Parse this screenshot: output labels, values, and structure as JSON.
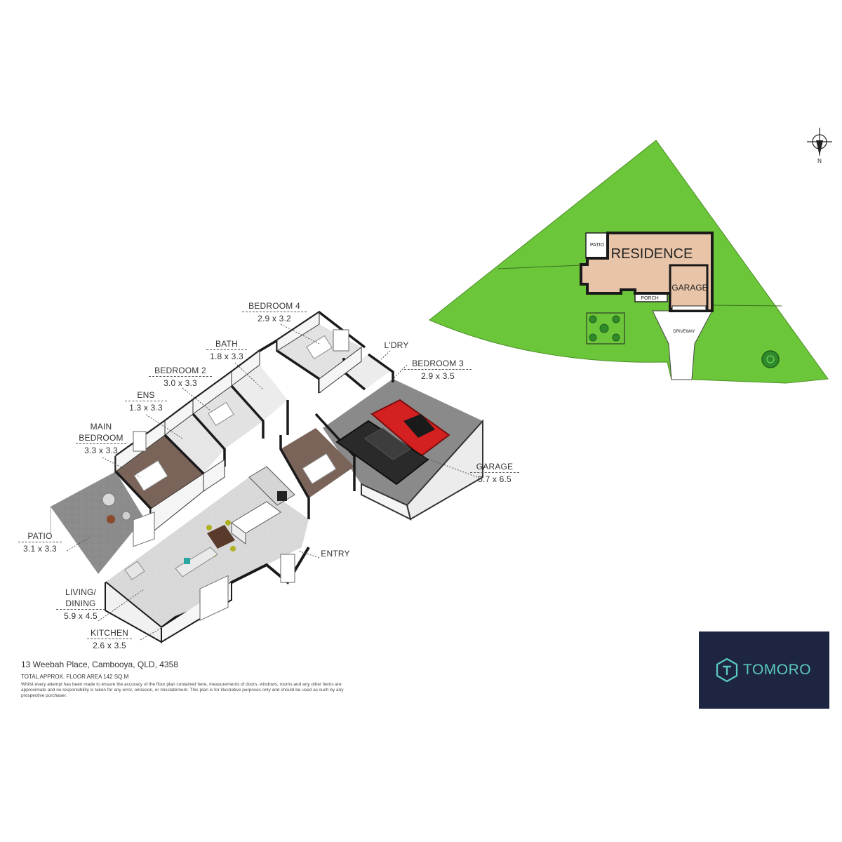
{
  "rooms": [
    {
      "name": "BEDROOM 4",
      "dims": "2.9 x 3.2"
    },
    {
      "name": "BATH",
      "dims": "1.8 x 3.3"
    },
    {
      "name": "L'DRY",
      "dims": ""
    },
    {
      "name": "BEDROOM 3",
      "dims": "2.9 x 3.5"
    },
    {
      "name": "BEDROOM 2",
      "dims": "3.0 x 3.3"
    },
    {
      "name": "ENS",
      "dims": "1.3 x 3.3"
    },
    {
      "name": "MAIN BEDROOM",
      "dims": "3.3 x 3.3"
    },
    {
      "name": "GARAGE",
      "dims": "5.7 x 6.5"
    },
    {
      "name": "PATIO",
      "dims": "3.1 x 3.3"
    },
    {
      "name": "ENTRY",
      "dims": ""
    },
    {
      "name": "LIVING/ DINING",
      "dims": "5.9 x 4.5"
    },
    {
      "name": "KITCHEN",
      "dims": "2.6 x 3.5"
    }
  ],
  "site_plan": {
    "residence": "RESIDENCE",
    "garage": "GARAGE",
    "patio": "PATIO",
    "porch": "PORCH",
    "driveway": "DRIVEWAY",
    "north": "N",
    "colors": {
      "lawn": "#6cc63a",
      "building": "#e8c4a8",
      "wall": "#1a1a1a"
    }
  },
  "footer": {
    "address": "13 Weebah Place, Cambooya, QLD, 4358",
    "floor_area": "TOTAL APPROX. FLOOR AREA 142 SQ.M",
    "disclaimer": "Whilst every attempt has been made to ensure the accuracy of the floor plan contained here, measurements of doors, windows, rooms and any other items are approximate and no responsibility is taken for any error, omission, or misstatement. This plan is for illustrative purposes only and should be used as such by any prospective purchaser."
  },
  "logo": {
    "text": "TOMORO",
    "icon": "hexagon-t-icon",
    "bg": "#1d2540",
    "accent": "#5cc9bd"
  }
}
